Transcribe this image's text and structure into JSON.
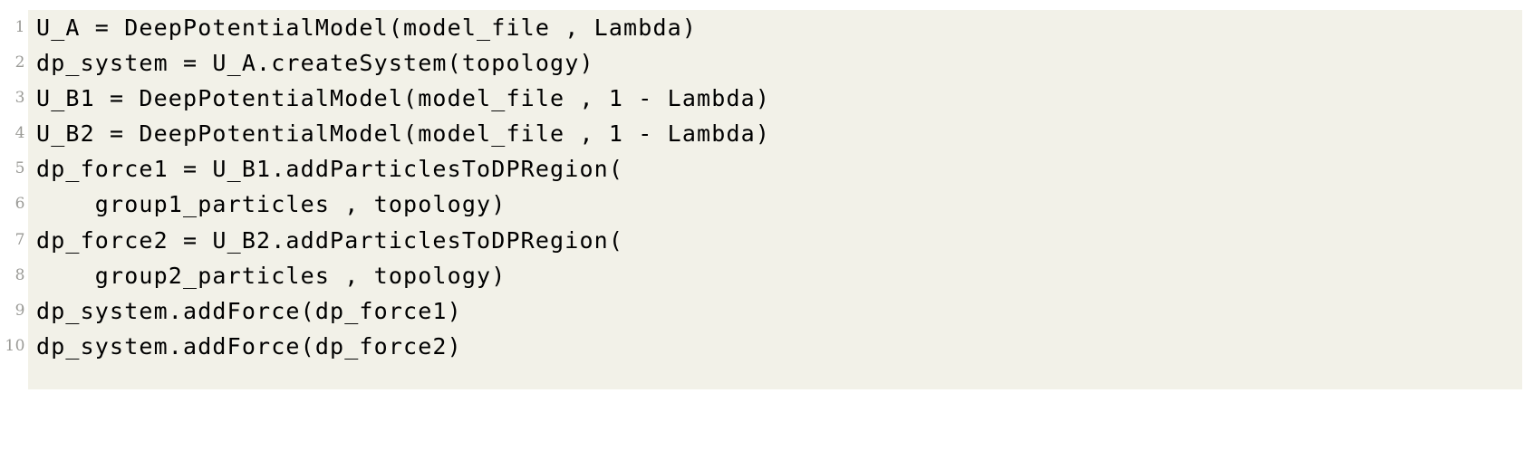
{
  "listing": {
    "language": "python",
    "background_color": "#f2f1e8",
    "text_color": "#000000",
    "lineno_color": "#9a9a96",
    "lines": [
      {
        "number": "1",
        "text": "U_A = DeepPotentialModel(model_file , Lambda)"
      },
      {
        "number": "2",
        "text": "dp_system = U_A.createSystem(topology)"
      },
      {
        "number": "3",
        "text": "U_B1 = DeepPotentialModel(model_file , 1 - Lambda)"
      },
      {
        "number": "4",
        "text": "U_B2 = DeepPotentialModel(model_file , 1 - Lambda)"
      },
      {
        "number": "5",
        "text": "dp_force1 = U_B1.addParticlesToDPRegion("
      },
      {
        "number": "6",
        "text": "    group1_particles , topology)"
      },
      {
        "number": "7",
        "text": "dp_force2 = U_B2.addParticlesToDPRegion("
      },
      {
        "number": "8",
        "text": "    group2_particles , topology)"
      },
      {
        "number": "9",
        "text": "dp_system.addForce(dp_force1)"
      },
      {
        "number": "10",
        "text": "dp_system.addForce(dp_force2)"
      }
    ]
  }
}
